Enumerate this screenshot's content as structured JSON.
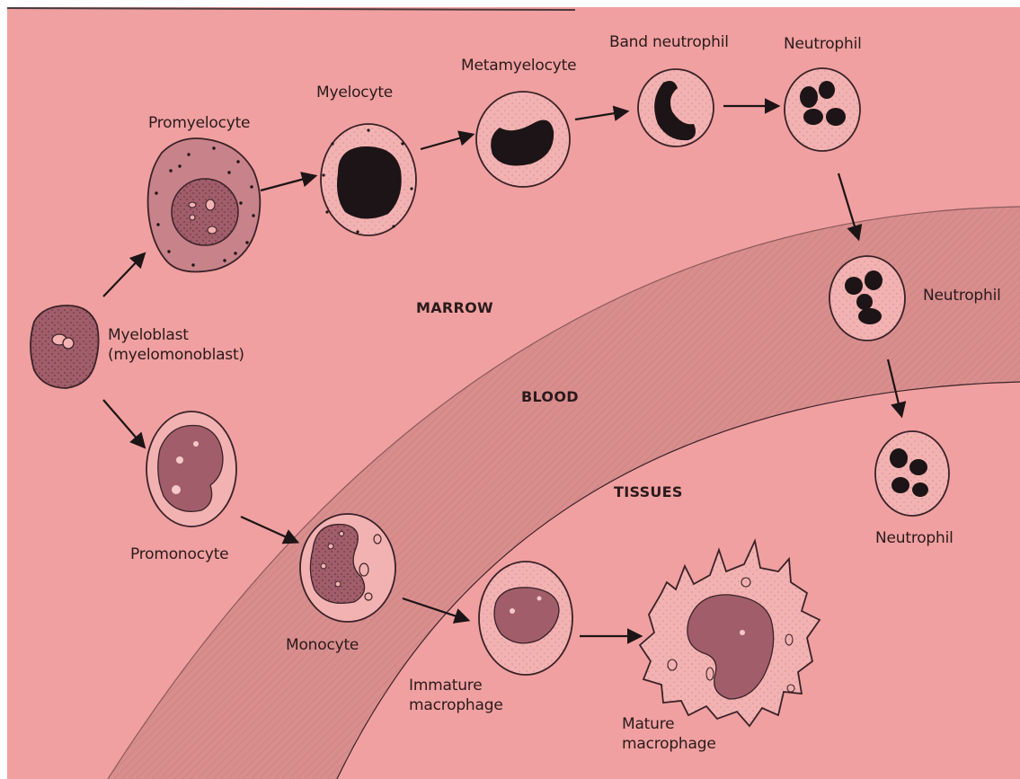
{
  "colors": {
    "background": "#f0a0a0",
    "band": "#d98e8e",
    "cell_fill": "#f3b2b2",
    "cell_stroke": "#3a2228",
    "nucleus_dark": "#1c1416",
    "nucleus_purple": "#a15e6a"
  },
  "regions": {
    "marrow": "MARROW",
    "blood": "BLOOD",
    "tissues": "TISSUES"
  },
  "labels": {
    "myeloblast": "Myeloblast\n(myelomonoblast)",
    "promyelocyte": "Promyelocyte",
    "myelocyte": "Myelocyte",
    "metamyelocyte": "Metamyelocyte",
    "band_neutrophil": "Band neutrophil",
    "neutrophil_marrow": "Neutrophil",
    "neutrophil_blood": "Neutrophil",
    "neutrophil_tissue": "Neutrophil",
    "promonocyte": "Promonocyte",
    "monocyte": "Monocyte",
    "immature_macrophage": "Immature\nmacrophage",
    "mature_macrophage": "Mature\nmacrophage"
  }
}
